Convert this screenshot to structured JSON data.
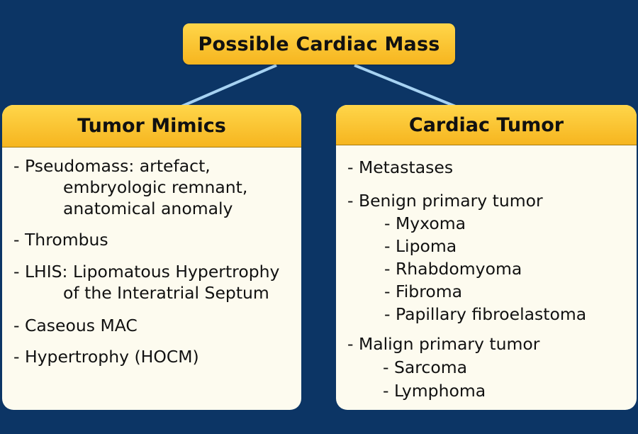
{
  "root": {
    "label": "Possible Cardiac Mass"
  },
  "mimics": {
    "title": "Tumor Mimics",
    "items": [
      {
        "lines": [
          "- Pseudomass: artefact,",
          "embryologic remnant,",
          "anatomical anomaly"
        ]
      },
      {
        "lines": [
          "- Thrombus"
        ]
      },
      {
        "lines": [
          "- LHIS: Lipomatous Hypertrophy",
          "of the Interatrial Septum"
        ]
      },
      {
        "lines": [
          "- Caseous MAC"
        ]
      },
      {
        "lines": [
          "- Hypertrophy (HOCM)"
        ]
      }
    ]
  },
  "tumor": {
    "title": "Cardiac Tumor",
    "items": [
      {
        "label": "- Metastases"
      },
      {
        "label": "- Benign primary tumor",
        "subitems": [
          "- Myxoma",
          "- Lipoma",
          "- Rhabdomyoma",
          "- Fibroma",
          "- Papillary fibroelastoma"
        ]
      },
      {
        "label": "- Malign primary tumor",
        "subitems": [
          "- Sarcoma",
          "- Lymphoma"
        ]
      }
    ]
  },
  "colors": {
    "background": "#0c3565",
    "box_gold": "#f9bd27",
    "card_fill": "#fdfbef",
    "connector": "#a6d2f2"
  }
}
